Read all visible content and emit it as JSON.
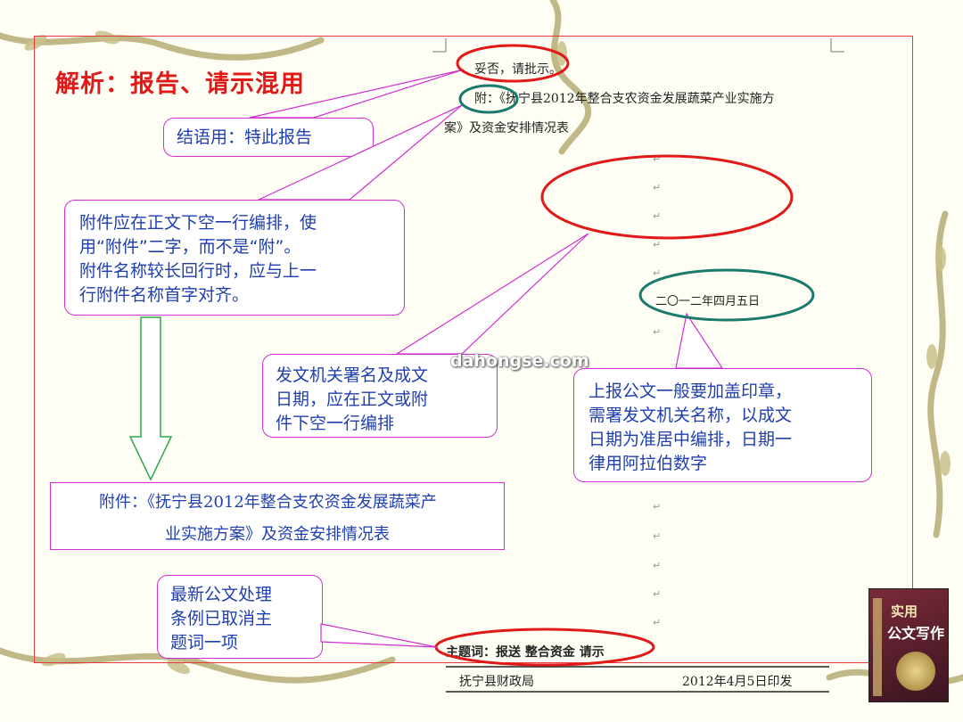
{
  "title": "解析：报告、请示混用",
  "doc": {
    "line1": "妥否，请批示。",
    "line2": "附：《抚宁县2012年整合支农资金发展蔬菜产业实施方",
    "line3": "案》及资金安排情况表",
    "date": "二〇一二年四月五日",
    "subject": "主题词：报送 整合资金 请示",
    "footer_org": "抚宁县财政局",
    "footer_date": "2012年4月5日印发"
  },
  "callouts": {
    "closing": "结语用：特此报告",
    "attachment_note": [
      "附件应在正文下空一行编排，使",
      "用“附件”二字，而不是“附”。",
      "附件名称较长回行时，应与上一",
      "行附件名称首字对齐。"
    ],
    "issuer_note": [
      "发文机关署名及成文",
      "日期，应在正文或附",
      "件下空一行编排"
    ],
    "seal_note": [
      "上报公文一般要加盖印章，",
      "需署发文机关名称，以成文",
      "日期为准居中编排，日期一",
      "律用阿拉伯数字"
    ],
    "corrected_attachment": [
      "附件：《抚宁县2012年整合支农资金发展蔬菜产",
      "业实施方案》及资金安排情况表"
    ],
    "subject_note": [
      "最新公文处理",
      "条例已取消主",
      "题词一项"
    ]
  },
  "watermark": "dahongse.com",
  "book_cover": {
    "line1": "实用",
    "line2": "公文写作"
  },
  "colors": {
    "accent_red": "#e01919",
    "callout_border": "#d02fd0",
    "callout_text": "#1f3fae",
    "teal": "#1a7a6e",
    "arrow_green": "#2da84d"
  }
}
